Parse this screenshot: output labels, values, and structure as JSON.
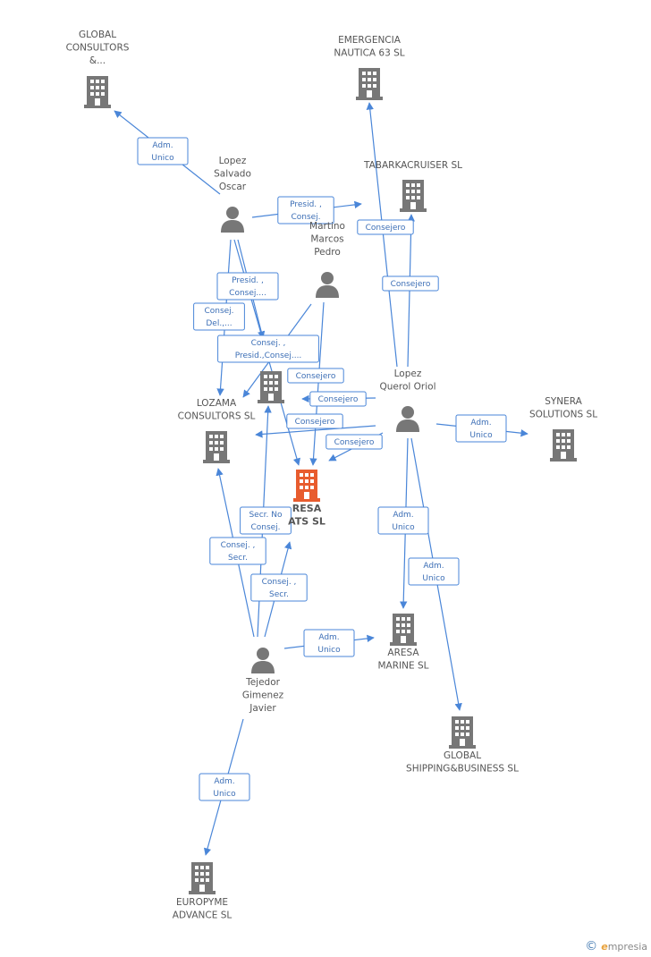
{
  "colors": {
    "company": "#777777",
    "focus_company": "#e85c2e",
    "person": "#777777",
    "edge": "#4a86d8",
    "edge_text": "#3d6fb6"
  },
  "nodes": [
    {
      "id": "global_consultors",
      "type": "company",
      "lines": [
        "GLOBAL",
        "CONSULTORS",
        "&..."
      ]
    },
    {
      "id": "emergencia",
      "type": "company",
      "lines": [
        "EMERGENCIA",
        "NAUTICA 63 SL"
      ]
    },
    {
      "id": "lopez_salvado",
      "type": "person",
      "lines": [
        "Lopez",
        "Salvado",
        "Oscar"
      ]
    },
    {
      "id": "tabarka",
      "type": "company",
      "lines": [
        "TABARKACRUISER SL"
      ]
    },
    {
      "id": "martino",
      "type": "person",
      "lines": [
        "Martino",
        "Marcos",
        "Pedro"
      ]
    },
    {
      "id": "lopez_querol",
      "type": "person",
      "lines": [
        "Lopez",
        "Querol Oriol"
      ]
    },
    {
      "id": "lozama",
      "type": "company",
      "lines": [
        "LOZAMA",
        "CONSULTORS SL"
      ]
    },
    {
      "id": "unnamed_company",
      "type": "company",
      "lines": []
    },
    {
      "id": "synera",
      "type": "company",
      "lines": [
        "SYNERA",
        "SOLUTIONS SL"
      ]
    },
    {
      "id": "aresa_boats",
      "type": "focus",
      "lines": [
        "RESA",
        "ATS SL"
      ]
    },
    {
      "id": "aresa_marine",
      "type": "company",
      "lines": [
        "ARESA",
        "MARINE SL"
      ]
    },
    {
      "id": "tejedor",
      "type": "person",
      "lines": [
        "Tejedor",
        "Gimenez",
        "Javier"
      ]
    },
    {
      "id": "global_shipping",
      "type": "company",
      "lines": [
        "GLOBAL",
        "SHIPPING&BUSINESS SL"
      ]
    },
    {
      "id": "europyme",
      "type": "company",
      "lines": [
        "EUROPYME",
        "ADVANCE SL"
      ]
    }
  ],
  "edges": [
    {
      "from": "lopez_salvado",
      "to": "global_consultors",
      "label": [
        "Adm.",
        "Unico"
      ]
    },
    {
      "from": "lopez_salvado",
      "to": "tabarka",
      "label": [
        "Presid. ,",
        "Consej."
      ]
    },
    {
      "from": "lopez_salvado",
      "to": "aresa_boats",
      "label": [
        "Presid. ,",
        "Consej...."
      ]
    },
    {
      "from": "lopez_salvado",
      "to": "lozama",
      "label": [
        "Consej.",
        "Del.,..."
      ]
    },
    {
      "from": "lopez_salvado",
      "to": "unnamed_company",
      "label": [
        "Consej. ,",
        "Presid.,Consej...."
      ]
    },
    {
      "from": "lopez_querol",
      "to": "emergencia",
      "label": [
        "Consejero"
      ]
    },
    {
      "from": "lopez_querol",
      "to": "tabarka",
      "label": [
        "Consejero"
      ]
    },
    {
      "from": "martino",
      "to": "lozama",
      "label": [
        "Consejero"
      ]
    },
    {
      "from": "lopez_querol",
      "to": "unnamed_company",
      "label": [
        "Consejero"
      ]
    },
    {
      "from": "lopez_querol",
      "to": "lozama",
      "label": [
        "Consejero"
      ]
    },
    {
      "from": "lopez_querol",
      "to": "aresa_boats",
      "label": [
        "Consejero"
      ]
    },
    {
      "from": "lopez_querol",
      "to": "synera",
      "label": [
        "Adm.",
        "Unico"
      ]
    },
    {
      "from": "lopez_querol",
      "to": "aresa_marine",
      "label": [
        "Adm.",
        "Unico"
      ]
    },
    {
      "from": "lopez_querol",
      "to": "global_shipping",
      "label": [
        "Adm.",
        "Unico"
      ]
    },
    {
      "from": "tejedor",
      "to": "unnamed_company",
      "label": [
        "Secr. No",
        "Consej."
      ]
    },
    {
      "from": "tejedor",
      "to": "lozama",
      "label": [
        "Consej. ,",
        "Secr."
      ]
    },
    {
      "from": "tejedor",
      "to": "aresa_boats",
      "label": [
        "Consej. ,",
        "Secr."
      ]
    },
    {
      "from": "tejedor",
      "to": "aresa_marine",
      "label": [
        "Adm.",
        "Unico"
      ]
    },
    {
      "from": "tejedor",
      "to": "europyme",
      "label": [
        "Adm.",
        "Unico"
      ]
    }
  ],
  "brand": {
    "copyright": "©",
    "name_initial": "e",
    "name_rest": "mpresia"
  }
}
